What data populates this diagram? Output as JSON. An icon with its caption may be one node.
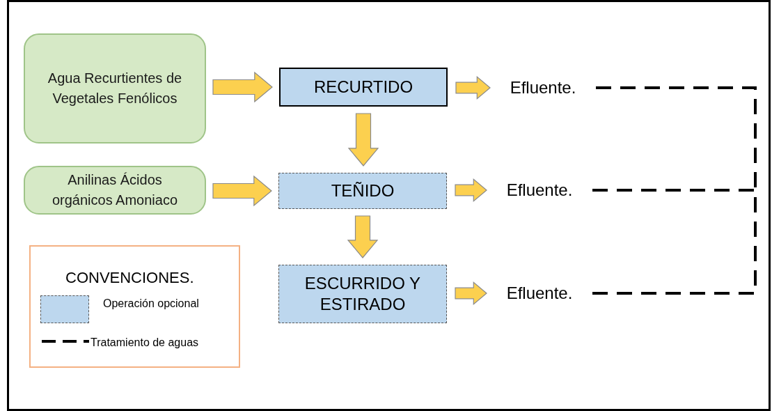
{
  "diagram": {
    "nodes": [
      {
        "text": [
          "Agua Recurtientes de Vegetales Fenólicos"
        ]
      },
      {
        "text": [
          "RECURTIDO"
        ]
      },
      {
        "text": [
          "Efluente."
        ]
      },
      {
        "text": [
          "Anilinas Ácidos orgánicos Amoniaco"
        ]
      },
      {
        "text": [
          "TEÑIDO"
        ]
      },
      {
        "text": [
          "Efluente."
        ]
      },
      {
        "text": [
          "ESCURRIDO Y ESTIRADO"
        ]
      },
      {
        "text": [
          "Efluente."
        ]
      }
    ],
    "edges": [
      {
        "from": 0,
        "to": 1,
        "arrow": "to"
      },
      {
        "from": 1,
        "to": 2,
        "arrow": "to"
      },
      {
        "from": 1,
        "to": 4,
        "arrow": "to"
      },
      {
        "from": 3,
        "to": 4,
        "arrow": "to"
      },
      {
        "from": 4,
        "to": 5,
        "arrow": "to"
      },
      {
        "from": 4,
        "to": 6,
        "arrow": "to"
      },
      {
        "from": 6,
        "to": 7,
        "arrow": "to"
      },
      {
        "from": 2,
        "to": null,
        "arrow": "none",
        "style": "dashed"
      },
      {
        "from": 5,
        "to": null,
        "arrow": "none",
        "style": "dashed"
      },
      {
        "from": 7,
        "to": null,
        "arrow": "none",
        "style": "dashed"
      }
    ],
    "labels": [
      "CONVENCIONES."
    ],
    "legend": [
      {
        "text": "Operación opcional"
      },
      {
        "text": "Tratamiento de aguas"
      }
    ]
  }
}
